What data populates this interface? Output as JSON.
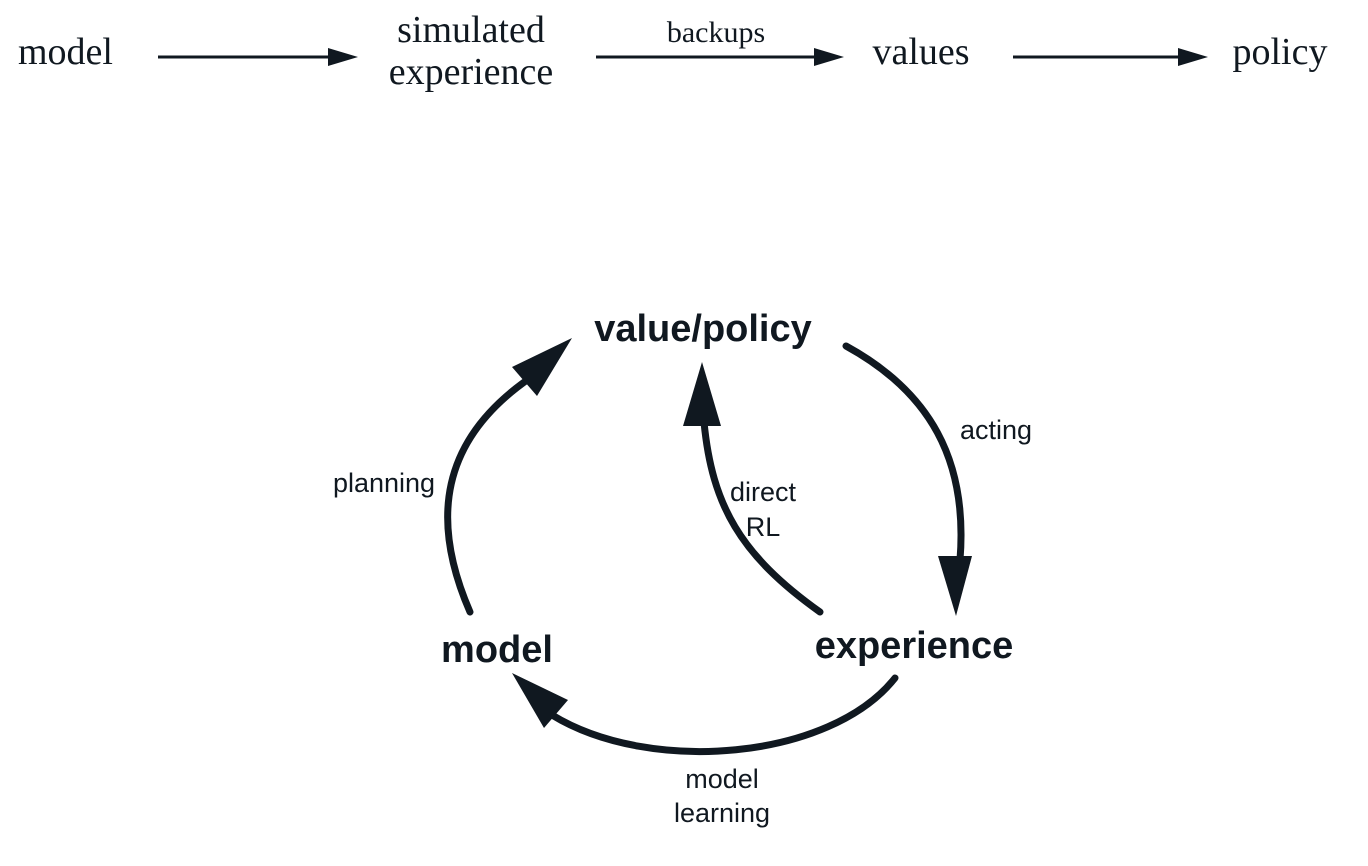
{
  "top_flow": {
    "nodes": {
      "model": "model",
      "simulated_line1": "simulated",
      "simulated_line2": "experience",
      "values": "values",
      "policy": "policy"
    },
    "edge_labels": {
      "backups": "backups"
    }
  },
  "cycle": {
    "nodes": {
      "value_policy": "value/policy",
      "model": "model",
      "experience": "experience"
    },
    "edge_labels": {
      "planning": "planning",
      "acting": "acting",
      "direct_line1": "direct",
      "direct_line2": "RL",
      "model_learning_line1": "model",
      "model_learning_line2": "learning"
    }
  },
  "colors": {
    "ink": "#101820",
    "background": "#ffffff"
  }
}
